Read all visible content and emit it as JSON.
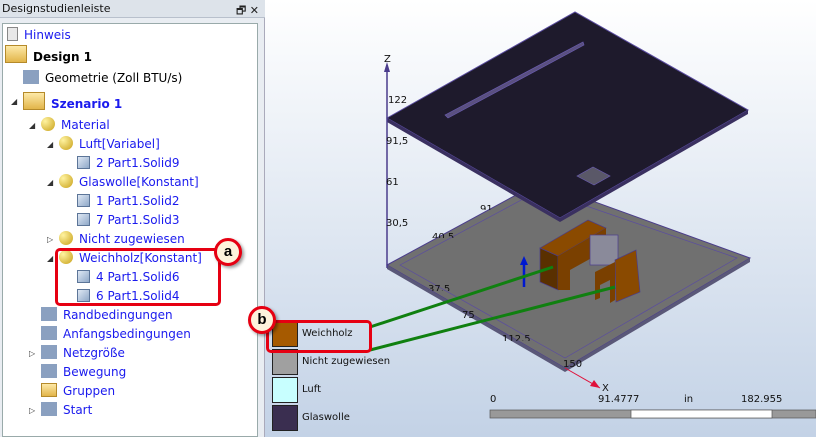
{
  "panel": {
    "title": "Designstudienleiste",
    "float_icon": "🗗",
    "close_icon": "✕"
  },
  "tree": [
    {
      "label": "Hinweis",
      "icon": "note-icon"
    },
    {
      "label": "Design 1",
      "icon": "design-folder-icon"
    },
    {
      "label": "Geometrie (Zoll BTU/s)",
      "icon": "geometry-icon"
    },
    {
      "label": "Szenario 1",
      "icon": "scenario-icon"
    },
    {
      "label": "Material",
      "icon": "material-icon"
    },
    {
      "label": "Luft[Variabel]",
      "icon": "material-icon"
    },
    {
      "label": "2 Part1.Solid9",
      "icon": "part-icon"
    },
    {
      "label": "Glaswolle[Konstant]",
      "icon": "material-icon"
    },
    {
      "label": "1 Part1.Solid2",
      "icon": "part-icon"
    },
    {
      "label": "7 Part1.Solid3",
      "icon": "part-icon"
    },
    {
      "label": "Nicht zugewiesen",
      "icon": "material-icon"
    },
    {
      "label": "Weichholz[Konstant]",
      "icon": "material-icon"
    },
    {
      "label": "4 Part1.Solid6",
      "icon": "part-icon"
    },
    {
      "label": "6 Part1.Solid4",
      "icon": "part-icon"
    },
    {
      "label": "Randbedingungen",
      "icon": "boundary-icon"
    },
    {
      "label": "Anfangsbedingungen",
      "icon": "initial-icon"
    },
    {
      "label": "Netzgröße",
      "icon": "mesh-icon"
    },
    {
      "label": "Bewegung",
      "icon": "motion-icon"
    },
    {
      "label": "Gruppen",
      "icon": "groups-icon"
    },
    {
      "label": "Start",
      "icon": "run-icon"
    }
  ],
  "callouts": {
    "a": "a",
    "b": "b"
  },
  "legend": [
    {
      "label": "Weichholz",
      "color": "#a65a00"
    },
    {
      "label": "Nicht zugewiesen",
      "color": "#a0a0a0"
    },
    {
      "label": "Luft",
      "color": "#c8ffff"
    },
    {
      "label": "Glaswolle",
      "color": "#3a2e50"
    }
  ],
  "axes": {
    "z": "Z",
    "x": "X",
    "z_ticks": [
      "122",
      "91,5",
      "61",
      "30,5"
    ],
    "y_ticks": [
      "91",
      "40,5",
      "37,5",
      "75",
      "112,5",
      "150"
    ]
  },
  "scale": {
    "start": "0",
    "mid": "91.4777",
    "unit": "in",
    "end": "182.955"
  }
}
